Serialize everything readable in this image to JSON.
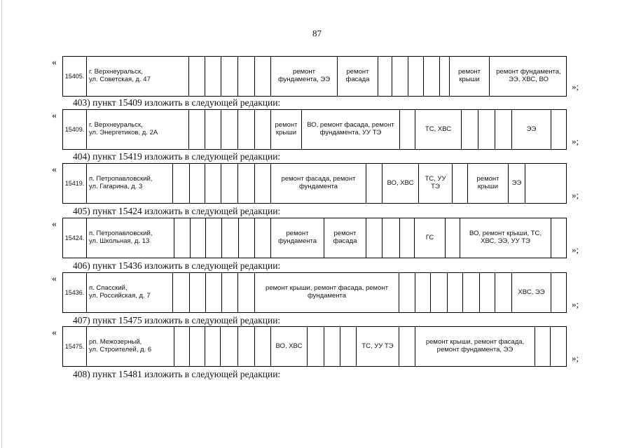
{
  "page_number": "87",
  "open_quote": "«",
  "close_quote": "»;",
  "entries": [
    {
      "num": "15405.",
      "addr1": "г. Верхнеуральск,",
      "addr2": "ул. Советская, д. 47",
      "c1": "ремонт фундамента, ЭЭ",
      "c2": "ремонт фасада",
      "c3": "ремонт крыши",
      "c4": "ремонт фундамента, ЭЭ, ХВС, ВО",
      "instruction": "403) пункт 15409 изложить в следующей редакции:"
    },
    {
      "num": "15409.",
      "addr1": "г. Верхнеуральск,",
      "addr2": "ул. Энергетиков, д. 2А",
      "c1": "ремонт крыши",
      "c2": "ВО, ремонт фасада, ремонт фундамента, УУ ТЭ",
      "c3": "ТС, ХВС",
      "c4": "ЭЭ",
      "instruction": "404) пункт 15419 изложить в следующей редакции:"
    },
    {
      "num": "15419.",
      "addr1": "п. Петропавловский,",
      "addr2": "ул. Гагарина, д. 3",
      "c1": "ремонт фасада, ремонт фундамента",
      "c2": "ВО, ХВС",
      "c3": "ТС, УУ ТЭ",
      "c4": "ремонт крыши",
      "c5": "ЭЭ",
      "instruction": "405) пункт 15424 изложить в следующей редакции:"
    },
    {
      "num": "15424.",
      "addr1": "п. Петропавловский,",
      "addr2": "ул. Школьная, д. 13",
      "c1": "ремонт фундамента",
      "c2": "ремонт фасада",
      "c3": "ГС",
      "c4": "ВО, ремонт крыши, ТС, ХВС, ЭЭ, УУ ТЭ",
      "instruction": "406) пункт 15436 изложить в следующей редакции:"
    },
    {
      "num": "15436.",
      "addr1": "п. Спасский,",
      "addr2": "ул. Российская, д. 7",
      "c1": "ремонт крыши, ремонт фасада, ремонт фундамента",
      "c2": "ХВС, ЭЭ",
      "instruction": "407) пункт 15475 изложить в следующей редакции:"
    },
    {
      "num": "15475.",
      "addr1": "рп. Межозерный,",
      "addr2": "ул. Строителей, д. 6",
      "c1": "ВО, ХВС",
      "c2": "ТС, УУ ТЭ",
      "c3": "ремонт крыши, ремонт фасада, ремонт фундамента, ЭЭ",
      "instruction": "408) пункт 15481 изложить в следующей редакции:"
    }
  ]
}
